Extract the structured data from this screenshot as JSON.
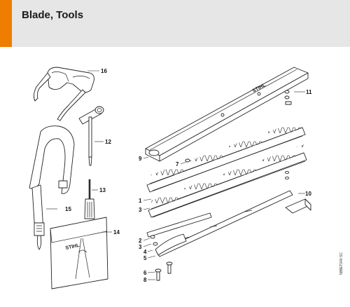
{
  "header": {
    "title": "Blade, Tools",
    "accent_color": "#ef7d00",
    "background_color": "#e6e6e6"
  },
  "diagram": {
    "callouts": [
      "16",
      "11",
      "12",
      "9",
      "7",
      "13",
      "15",
      "1",
      "3",
      "14",
      "10",
      "2",
      "3",
      "4",
      "5",
      "6",
      "8"
    ],
    "brand_labels": [
      "STIHL",
      "STIHL"
    ],
    "drawing_code": "58BET040 SC"
  }
}
